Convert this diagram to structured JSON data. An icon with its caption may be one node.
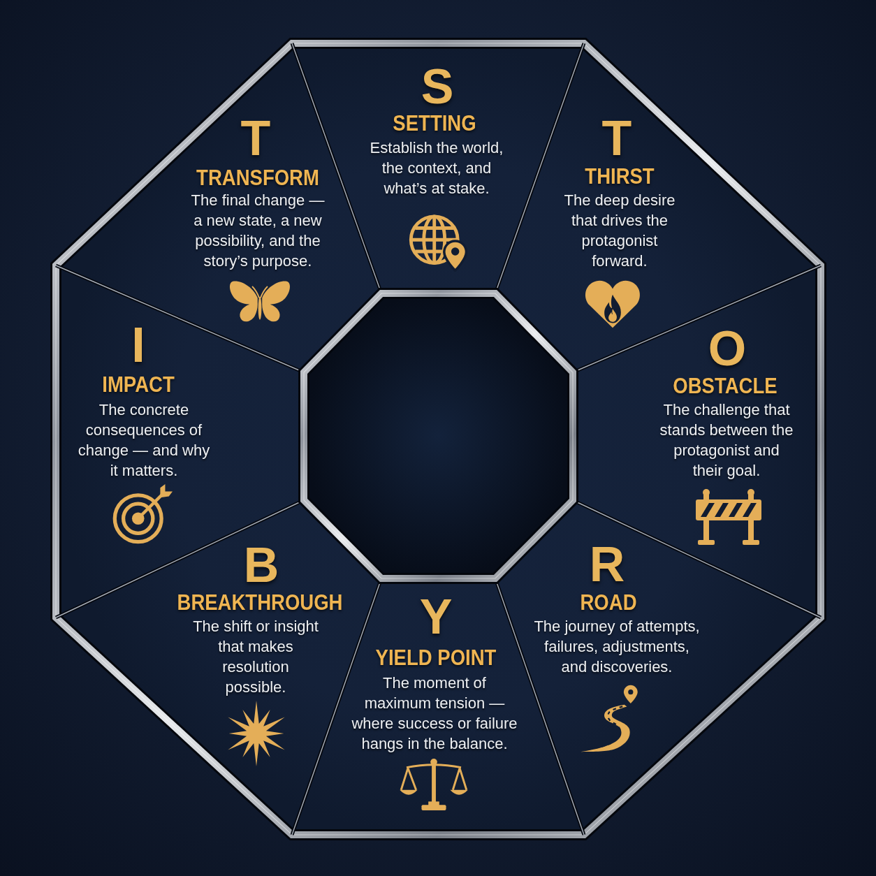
{
  "diagram": {
    "nodes": [
      {
        "text": [],
        "shape": "octagon"
      },
      {
        "text": [
          "S",
          "SETTING",
          "Establish the world, the context, and what’s at stake."
        ],
        "in": 0
      },
      {
        "text": [
          "T",
          "THIRST",
          "The deep desire that drives the protagonist forward."
        ],
        "in": 0
      },
      {
        "text": [
          "O",
          "OBSTACLE",
          "The challenge that stands between the protagonist and their goal."
        ],
        "in": 0
      },
      {
        "text": [
          "R",
          "ROAD",
          "The journey of attempts, failures, adjustments, and discoveries."
        ],
        "in": 0
      },
      {
        "text": [
          "Y",
          "YIELD POINT",
          "The moment of maximum tension — where success or failure hangs in the balance."
        ],
        "in": 0
      },
      {
        "text": [
          "B",
          "BREAKTHROUGH",
          "The shift or insight that makes resolution possible."
        ],
        "in": 0
      },
      {
        "text": [
          "I",
          "IMPACT",
          "The concrete consequences of change — and why it matters."
        ],
        "in": 0
      },
      {
        "text": [
          "T",
          "TRANSFORM",
          "The final change — a new state, a new possibility, and the story’s purpose."
        ],
        "in": 0
      },
      {
        "text": [],
        "shape": "octagon",
        "in": 0
      }
    ]
  }
}
